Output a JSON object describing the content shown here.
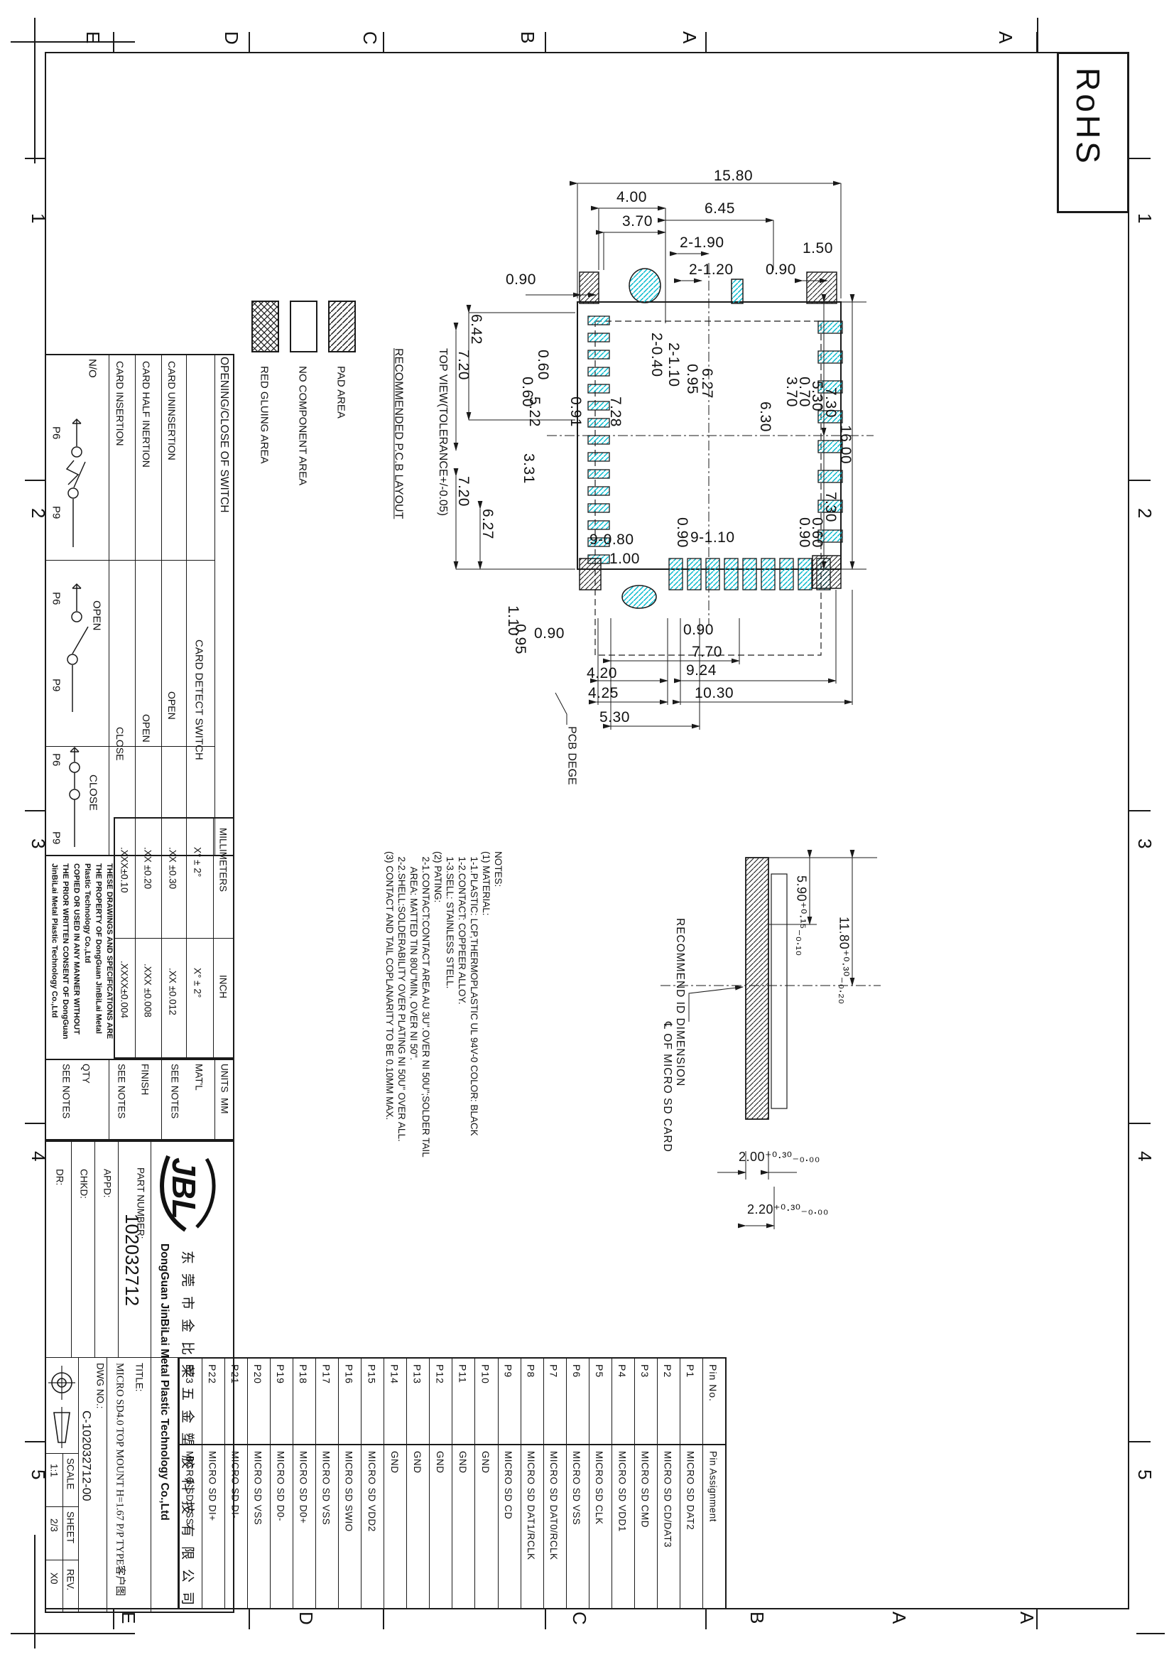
{
  "rohs_label": "RoHS",
  "frame": {
    "top_letters": [
      "E",
      "D",
      "C",
      "B",
      "A",
      "A"
    ],
    "bottom_letters": [
      "E",
      "D",
      "C",
      "B",
      "A",
      "A"
    ],
    "side_numbers": [
      "1",
      "2",
      "3",
      "4",
      "5"
    ]
  },
  "legend": {
    "items": [
      {
        "label": "RED GLUING AREA",
        "swatch": "crosshatch"
      },
      {
        "label": "NO COMPONENT AREA",
        "swatch": "empty"
      },
      {
        "label": "PAD AREA",
        "swatch": "hatch"
      }
    ]
  },
  "pcb_title_lines": [
    "RECOMMENDED P.C.B LAYOUT",
    "TOP VIEW(TOLERANCE+/-0.05)"
  ],
  "switch_table": {
    "title": "OPENING/CLOSE OF SWITCH",
    "col_header": "CARD DETECT SWITCH",
    "rows": [
      {
        "label": "CARD UNINSERTION",
        "value": "OPEN"
      },
      {
        "label": "CARD HALF INERTION",
        "value": "OPEN"
      },
      {
        "label": "CARD INSERTION",
        "value": "CLOSE"
      }
    ],
    "cells": [
      {
        "state": "N/O",
        "top": "P6",
        "bottom": "P9",
        "kind": "zigzag"
      },
      {
        "state": "OPEN",
        "top": "P6",
        "bottom": "P9",
        "kind": "open"
      },
      {
        "state": "CLOSE",
        "top": "P6",
        "bottom": "P9",
        "kind": "closed"
      }
    ]
  },
  "notes_lines": [
    "NOTES:",
    "(1) MATERIAL:",
    "  1-1.PLASTIC: LCP,THERMOPLASTIC UL 94V-0 COLOR: BLACK",
    "  1-2.CONTACT: COPPEER ALLOY.",
    "  1-3.SELL: STAINLESS STELL.",
    "(2) PATING:",
    "  2-1.CONTACT:CONTACT AREA AU 3U\".OVER NI 50U\";SOLDER TAIL",
    "      AREA: MATTED TIN 80U\"MIN, OVER NI 50\".",
    "  2-2.SHELL:SOLDERABILITY OVER PLATING NI 50U\" OVER ALL.",
    "(3) CONTACT AND TAIL COPLANARITY TO BE 0.10MM MAX."
  ],
  "tolerance_table": {
    "col1_header": "MILLIMETERS",
    "col2_header": "INCH",
    "mm_rows": [
      "X° ± 2°",
      ".XX ±0.30",
      ".XX ±0.20",
      ".XXX±0.10"
    ],
    "inch_rows": [
      "X° ± 2°",
      ".XX ±0.012",
      ".XXX ±0.008",
      ".XXXX±0.004"
    ]
  },
  "units_strip": [
    {
      "label": "UNITS",
      "value": "MM"
    },
    {
      "label": "MAT'L",
      "value": "SEE NOTES"
    },
    {
      "label": "FINISH",
      "value": "SEE NOTES"
    },
    {
      "label": "QTY",
      "value": "SEE NOTES"
    }
  ],
  "fine_print_lines": [
    "THESE DRAWINGS AND SPECIFICATIONS ARE",
    "THE PROPERTY OF DongGuan JinBiLai Metal",
    "Plastic Technology Co.,Ltd",
    "COPIED OR USED IN ANY MANNER WITHOUT",
    "THE PRIOR WRITTEN CONSENT OF DongGuan",
    "JinBiLai Metal Plastic Technology Co.,Ltd"
  ],
  "title_block": {
    "dr_label": "DR:",
    "chkd_label": "CHKD:",
    "appd_label": "APPD:",
    "part_number_label": "PART NUMBER:",
    "part_number_value": "102032712",
    "dwg_no_label": "DWG NO.:",
    "dwg_no_value": "C-102032712-00",
    "title_label": "TITLE:",
    "title_value": "MICRO SD4.0 TOP MOUNT H=1.67 P/P TYPE客户图",
    "scale_label": "SCALE",
    "scale_value": "1:1",
    "sheet_label": "SHEET",
    "sheet_value": "2/3",
    "rev_label": "REV.",
    "rev_value": "X0",
    "logo_text": "JBL",
    "company_cn": "东莞市金比莱五金塑胶科技有限公司",
    "company_en": "DongGuan JinBiLai Metal Plastic Technology Co.,Ltd"
  },
  "pin_table": {
    "no_header": "Pin No.",
    "assign_header": "Pin Assignment",
    "pins": [
      {
        "no": "P1",
        "sig": "MICRO SD DAT2"
      },
      {
        "no": "P2",
        "sig": "MICRO SD CD/DAT3"
      },
      {
        "no": "P3",
        "sig": "MICRO SD CMD"
      },
      {
        "no": "P4",
        "sig": "MICRO SD VDD1"
      },
      {
        "no": "P5",
        "sig": "MICRO SD CLK"
      },
      {
        "no": "P6",
        "sig": "MICRO SD VSS"
      },
      {
        "no": "P7",
        "sig": "MICRO SD DAT0/RCLK"
      },
      {
        "no": "P8",
        "sig": "MICRO SD DAT1/RCLK"
      },
      {
        "no": "P9",
        "sig": "MICRO SD CD"
      },
      {
        "no": "P10",
        "sig": "GND"
      },
      {
        "no": "P11",
        "sig": "GND"
      },
      {
        "no": "P12",
        "sig": "GND"
      },
      {
        "no": "P13",
        "sig": "GND"
      },
      {
        "no": "P14",
        "sig": "GND"
      },
      {
        "no": "P15",
        "sig": "MICRO SD VDD2"
      },
      {
        "no": "P16",
        "sig": "MICRO SD SWIO"
      },
      {
        "no": "P17",
        "sig": "MICRO SD VSS"
      },
      {
        "no": "P18",
        "sig": "MICRO SD D0+"
      },
      {
        "no": "P19",
        "sig": "MICRO SD D0-"
      },
      {
        "no": "P20",
        "sig": "MICRO SD VSS"
      },
      {
        "no": "P21",
        "sig": "MICRO SD DI-"
      },
      {
        "no": "P22",
        "sig": "MICRO SD DI+"
      },
      {
        "no": "P23",
        "sig": "MICRO SD VSS"
      }
    ]
  },
  "drawing": {
    "pcb_edge_label": "PCB DEGE",
    "dims": [
      "15.80",
      "4.00",
      "3.70",
      "6.45",
      "2-1.90",
      "0.90",
      "2-1.20",
      "1.50",
      "0.90",
      "6.42",
      "7.20",
      "0.60",
      "0.60",
      "5.22",
      "0.91",
      "7.28",
      "2-0.40",
      "2-1.10",
      "0.95",
      "6.27",
      "3.70",
      "0.70",
      "5.30",
      "7.30",
      "16.00",
      "6.30",
      "7.30",
      "0.90",
      "0.60",
      "3.31",
      "7.20",
      "6.27",
      "9-0.80",
      "1.00",
      "0.90",
      "9-1.10",
      "1.10",
      "0.95",
      "0.90",
      "0.90",
      "7.70",
      "4.20",
      "9.24",
      "4.25",
      "10.30",
      "5.30"
    ],
    "accent_color": "#00b8cc"
  },
  "recommend": {
    "title": "RECOMMEND ID DIMENSION",
    "card_cl_label": "℄ OF MICRO SD CARD",
    "dim_a": "5.90⁺⁰·¹⁵₋₀.₁₀",
    "dim_b": "11.80⁺⁰·³⁰₋₀.₂₀",
    "dim_c": "2.00⁺⁰·³⁰₋₀.₀₀",
    "dim_d": "2.20⁺⁰·³⁰₋₀.₀₀"
  }
}
